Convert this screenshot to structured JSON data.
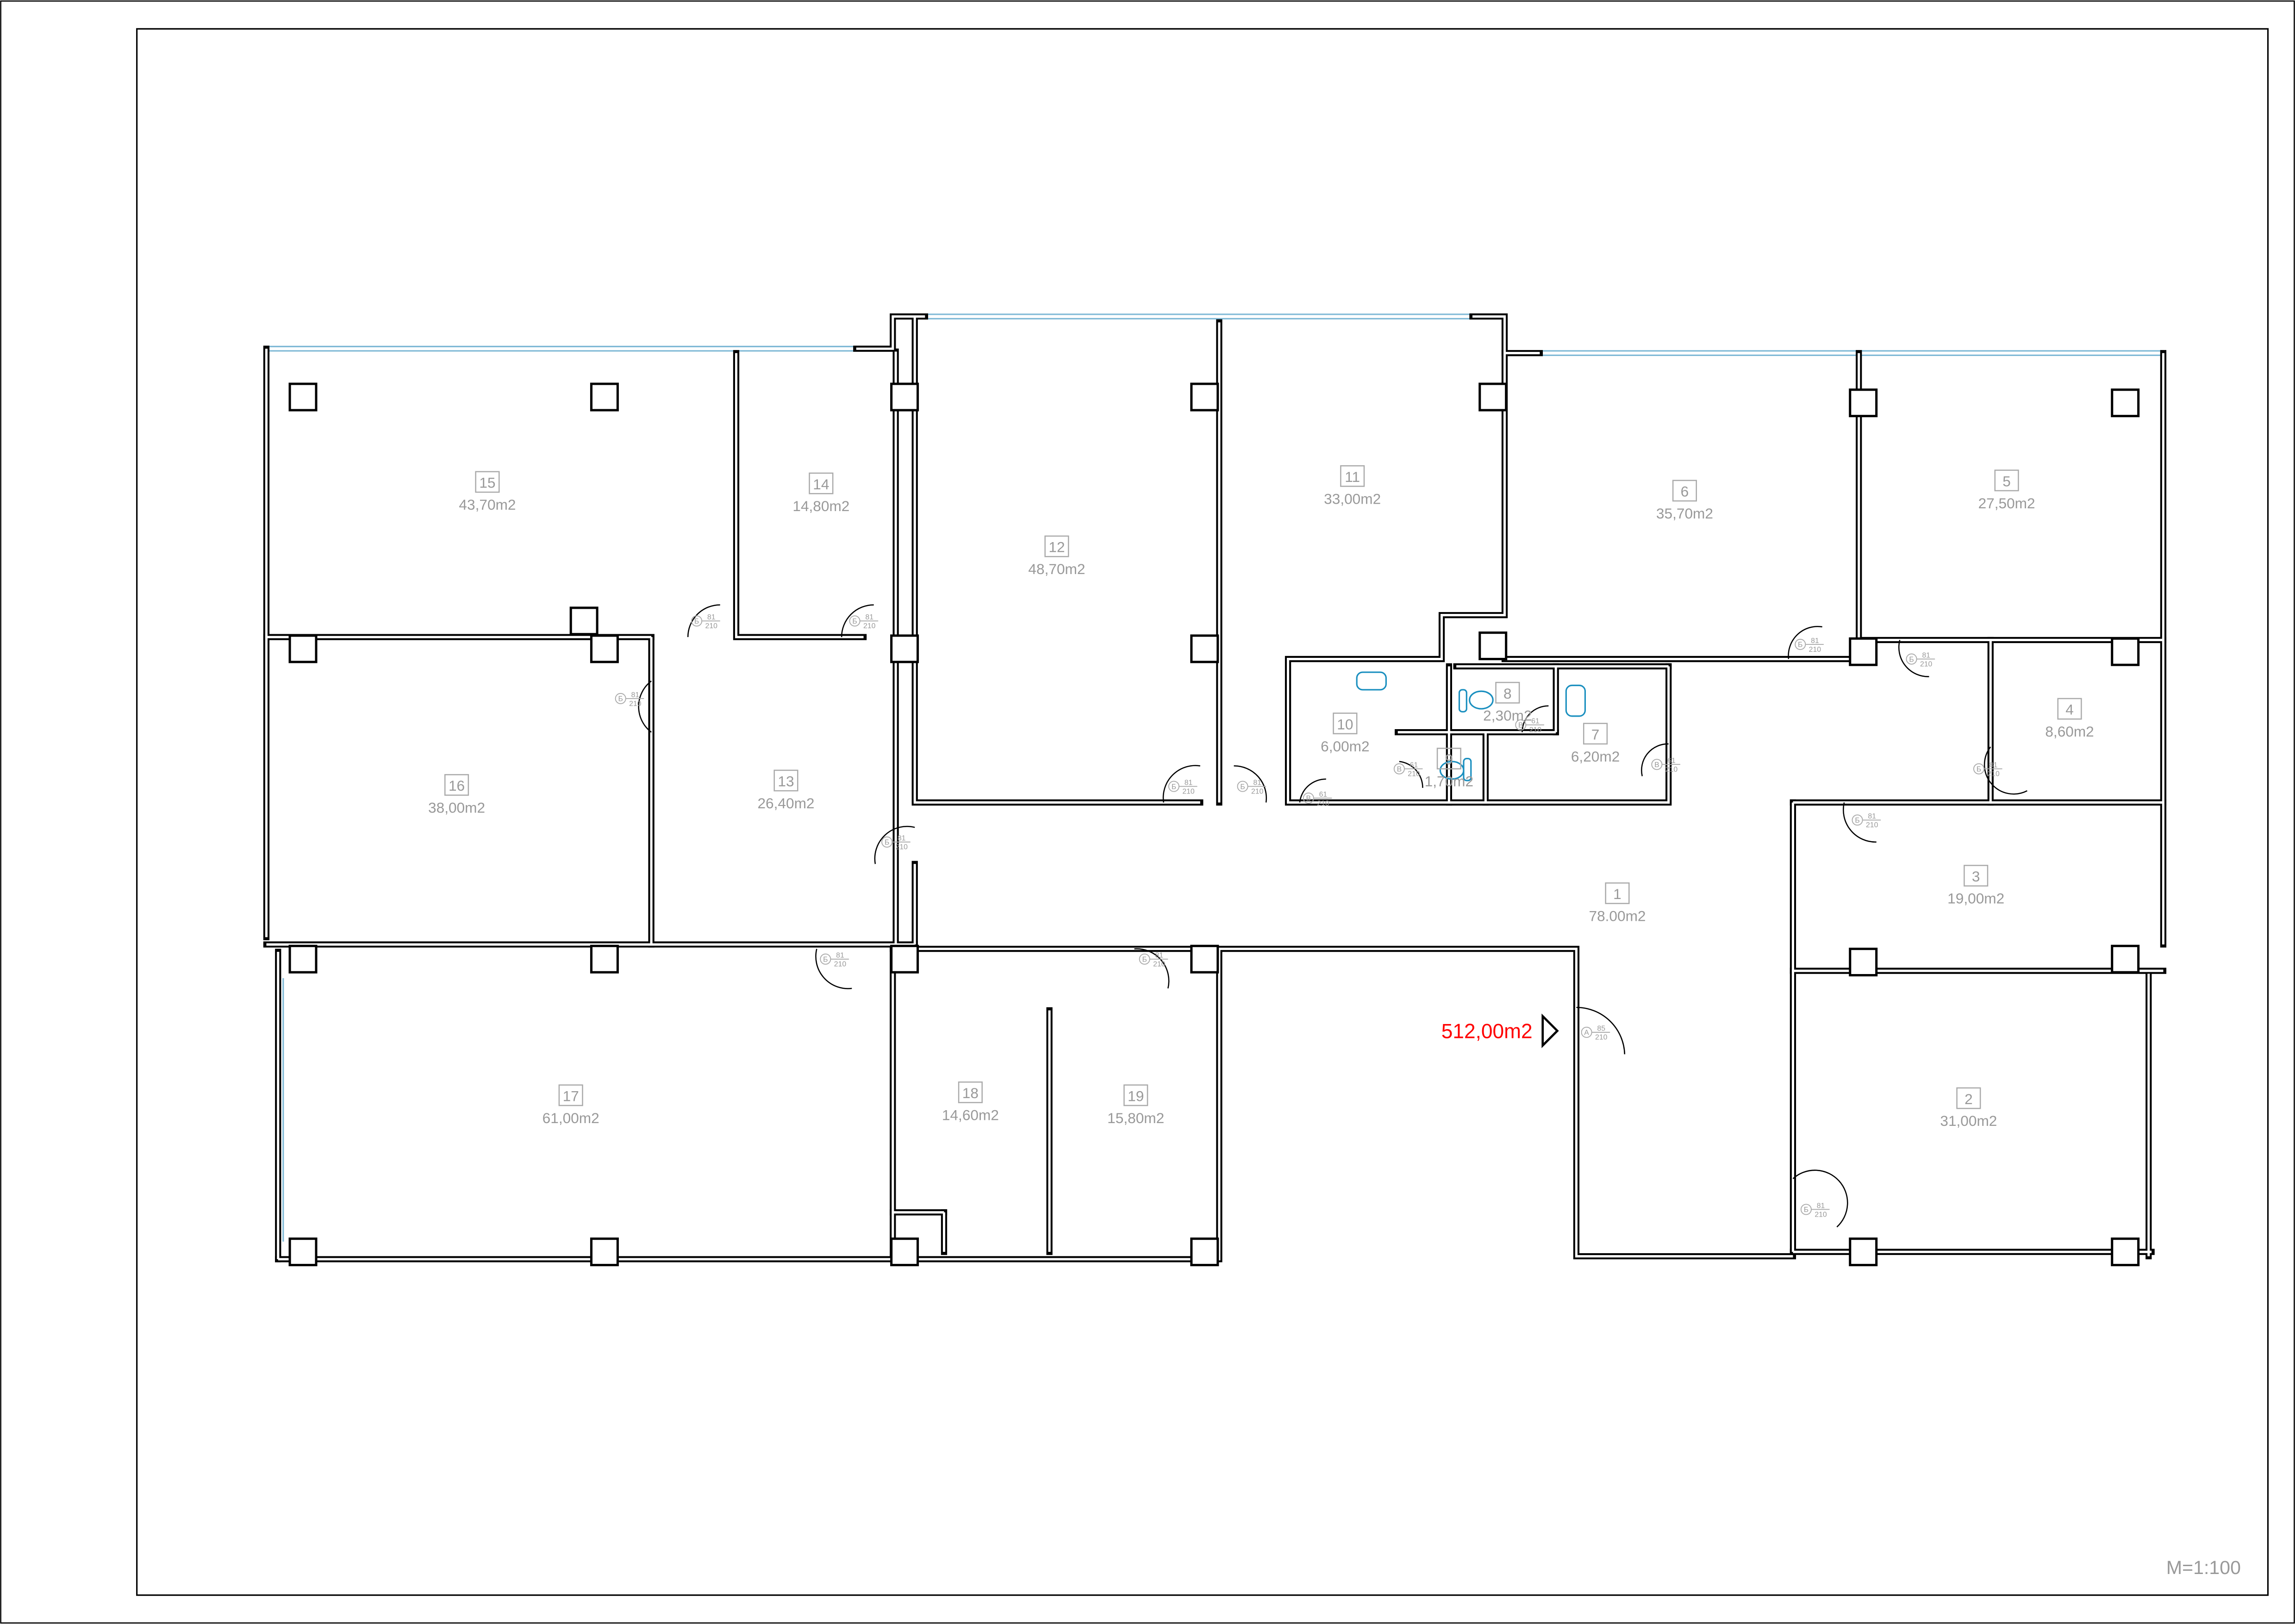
{
  "plan": {
    "total_area": "512,00m2",
    "scale": "M=1:100",
    "colors": {
      "walls": "#000000",
      "labels": "#999999",
      "total": "#ff0000",
      "windows": "#7fb9d6",
      "fixtures": "#1a8fbf"
    }
  },
  "rooms": [
    {
      "number": "1",
      "area": "78.00m2"
    },
    {
      "number": "2",
      "area": "31,00m2"
    },
    {
      "number": "3",
      "area": "19,00m2"
    },
    {
      "number": "4",
      "area": "8,60m2"
    },
    {
      "number": "5",
      "area": "27,50m2"
    },
    {
      "number": "6",
      "area": "35,70m2"
    },
    {
      "number": "7",
      "area": "6,20m2"
    },
    {
      "number": "8",
      "area": "2,30m2"
    },
    {
      "number": "9",
      "area": "1,70m2"
    },
    {
      "number": "10",
      "area": "6,00m2"
    },
    {
      "number": "11",
      "area": "33,00m2"
    },
    {
      "number": "12",
      "area": "48,70m2"
    },
    {
      "number": "13",
      "area": "26,40m2"
    },
    {
      "number": "14",
      "area": "14,80m2"
    },
    {
      "number": "15",
      "area": "43,70m2"
    },
    {
      "number": "16",
      "area": "38,00m2"
    },
    {
      "number": "17",
      "area": "61,00m2"
    },
    {
      "number": "18",
      "area": "14,60m2"
    },
    {
      "number": "19",
      "area": "15,80m2"
    }
  ],
  "doors": [
    {
      "type": "Б",
      "width": "81",
      "height": "210"
    },
    {
      "type": "Б",
      "width": "81",
      "height": "210"
    },
    {
      "type": "Б",
      "width": "81",
      "height": "210"
    },
    {
      "type": "Б",
      "width": "81",
      "height": "210"
    },
    {
      "type": "Б",
      "width": "81",
      "height": "210"
    },
    {
      "type": "Б",
      "width": "81",
      "height": "210"
    },
    {
      "type": "Б",
      "width": "81",
      "height": "210"
    },
    {
      "type": "Б",
      "width": "81",
      "height": "210"
    },
    {
      "type": "В",
      "width": "61",
      "height": "210"
    },
    {
      "type": "В",
      "width": "61",
      "height": "210"
    },
    {
      "type": "В",
      "width": "61",
      "height": "210"
    },
    {
      "type": "В",
      "width": "61",
      "height": "210"
    },
    {
      "type": "Б",
      "width": "81",
      "height": "210"
    },
    {
      "type": "Б",
      "width": "81",
      "height": "210"
    },
    {
      "type": "Б",
      "width": "81",
      "height": "210"
    },
    {
      "type": "Б",
      "width": "81",
      "height": "210"
    },
    {
      "type": "Б",
      "width": "81",
      "height": "210"
    },
    {
      "type": "A",
      "width": "85",
      "height": "210"
    }
  ]
}
